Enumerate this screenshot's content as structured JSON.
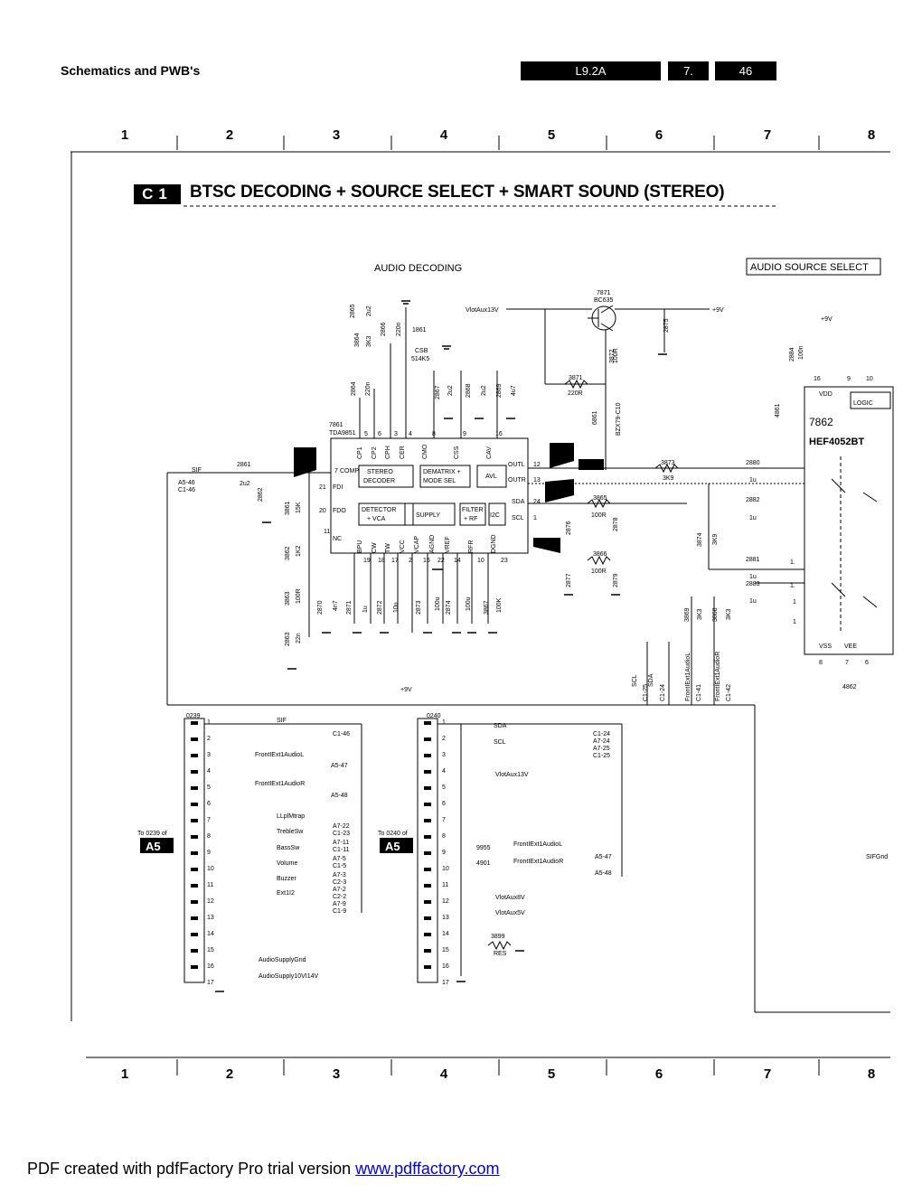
{
  "header": {
    "title": "Schematics and PWB's",
    "model": "L9.2A",
    "chapter": "7.",
    "page": "46"
  },
  "columns": [
    "1",
    "2",
    "3",
    "4",
    "5",
    "6",
    "7",
    "8"
  ],
  "sheet": {
    "badge": "C1",
    "title": "BTSC DECODING + SOURCE SELECT + SMART SOUND (STEREO)"
  },
  "sections": {
    "audio_decoding": "AUDIO DECODING",
    "audio_source_select": "AUDIO SOURCE SELECT"
  },
  "ic_tda": {
    "ref": "7861",
    "part": "TDA9851"
  },
  "ic_hef": {
    "ref": "7862",
    "part": "HEF4052BT",
    "logic": "LOGIC"
  },
  "transistor": {
    "ref": "7871",
    "part": "BC635"
  },
  "connector_0239": {
    "ref": "0239",
    "to": "To 0239 of",
    "board": "A5",
    "pins": [
      {
        "n": "1",
        "sig": "SIF",
        "dst": "C1-46"
      },
      {
        "n": "2",
        "sig": "",
        "dst": ""
      },
      {
        "n": "3",
        "sig": "FrontIExt1AudioL",
        "dst": "A5-47"
      },
      {
        "n": "4",
        "sig": "",
        "dst": ""
      },
      {
        "n": "5",
        "sig": "FrontIExt1AudioR",
        "dst": "A5-48"
      },
      {
        "n": "6",
        "sig": "",
        "dst": ""
      },
      {
        "n": "7",
        "sig": "LLplMtrap",
        "dst": ""
      },
      {
        "n": "8",
        "sig": "TrebleSw",
        "dst": "A7-22 C1-23"
      },
      {
        "n": "9",
        "sig": "BassSw",
        "dst": "A7-11 C1-11"
      },
      {
        "n": "10",
        "sig": "Volume",
        "dst": "A7-5 C1-5"
      },
      {
        "n": "11",
        "sig": "Buzzer",
        "dst": "A7-3 C2-3"
      },
      {
        "n": "12",
        "sig": "Ext1I2",
        "dst": "A7-2 C2-2"
      },
      {
        "n": "13",
        "sig": "",
        "dst": "A7-9 C1-9"
      },
      {
        "n": "14",
        "sig": "",
        "dst": ""
      },
      {
        "n": "15",
        "sig": "",
        "dst": ""
      },
      {
        "n": "16",
        "sig": "AudioSupplyGnd",
        "dst": ""
      },
      {
        "n": "17",
        "sig": "AudioSupply10VI14V",
        "dst": ""
      }
    ]
  },
  "connector_0240": {
    "ref": "0240",
    "to": "To 0240 of",
    "board": "A5",
    "pins": [
      {
        "n": "1",
        "sig": "SDA",
        "dst": "C1-24 A7-24"
      },
      {
        "n": "2",
        "sig": "SCL",
        "dst": "A7-25 C1-25"
      },
      {
        "n": "3",
        "sig": "",
        "dst": ""
      },
      {
        "n": "4",
        "sig": "VlotAux13V",
        "dst": ""
      },
      {
        "n": "5",
        "sig": "",
        "dst": ""
      },
      {
        "n": "6",
        "sig": "",
        "dst": ""
      },
      {
        "n": "7",
        "sig": "",
        "dst": ""
      },
      {
        "n": "8",
        "sig": "",
        "dst": ""
      },
      {
        "n": "9",
        "sig": "9955 FrontIExt1AudioL",
        "dst": "A5-47"
      },
      {
        "n": "10",
        "sig": "4901 FrontIExt1AudioR",
        "dst": "A5-48"
      },
      {
        "n": "11",
        "sig": "",
        "dst": ""
      },
      {
        "n": "12",
        "sig": "VlotAux8V",
        "dst": ""
      },
      {
        "n": "13",
        "sig": "VlotAux5V",
        "dst": ""
      },
      {
        "n": "14",
        "sig": "",
        "dst": ""
      },
      {
        "n": "15",
        "sig": "3899",
        "dst": ""
      },
      {
        "n": "16",
        "sig": "",
        "dst": ""
      },
      {
        "n": "17",
        "sig": "",
        "dst": ""
      }
    ]
  },
  "footer": {
    "text": "PDF created with pdfFactory Pro trial version ",
    "link": "www.pdffactory.com"
  }
}
